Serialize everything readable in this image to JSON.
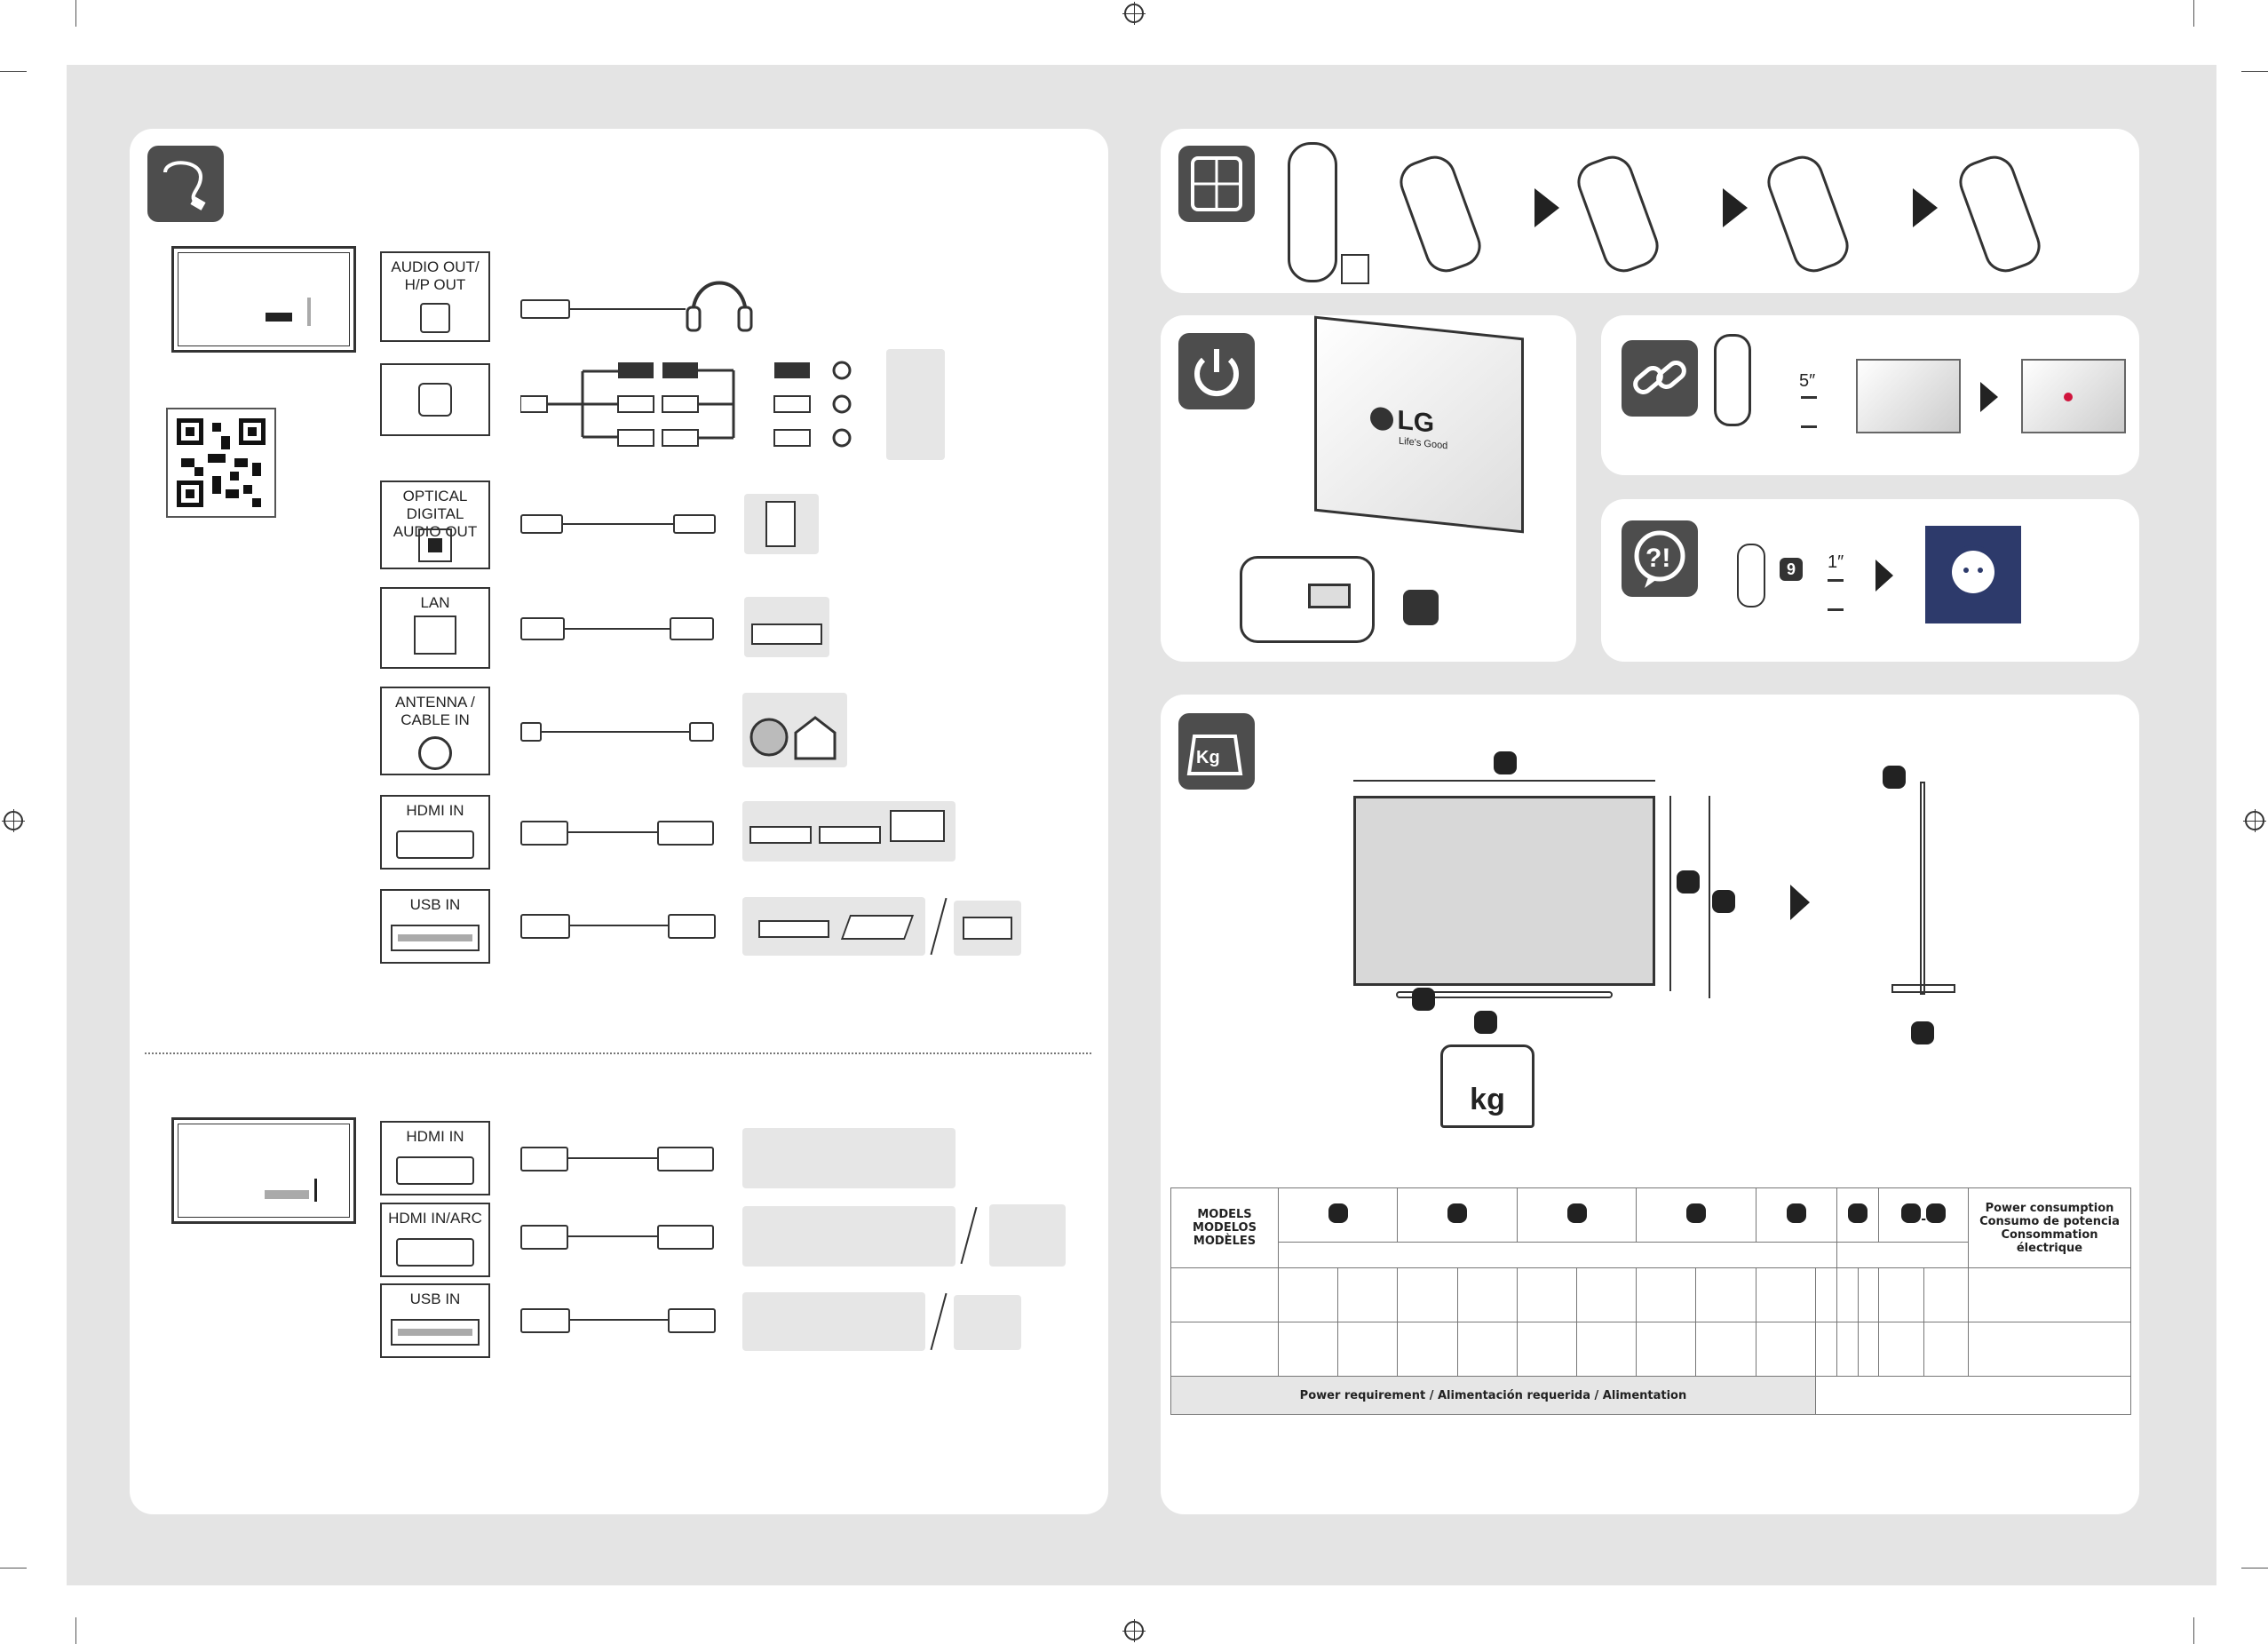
{
  "ports_rear": [
    {
      "label": "AUDIO OUT/\nH/P OUT"
    },
    {
      "label": ""
    },
    {
      "label": "OPTICAL DIGITAL\nAUDIO OUT"
    },
    {
      "label": "LAN"
    },
    {
      "label": "ANTENNA /\nCABLE IN"
    },
    {
      "label": "HDMI IN"
    },
    {
      "label": "USB IN"
    }
  ],
  "ports_side": [
    {
      "label": "HDMI IN"
    },
    {
      "label": "HDMI IN/ARC"
    },
    {
      "label": "USB IN"
    }
  ],
  "tv_brand": {
    "logo": "LG",
    "tagline": "Life's Good"
  },
  "timers": {
    "pairing": "5″",
    "support": "1″"
  },
  "remote_key": "9",
  "scale_unit": "kg",
  "bag_unit": "Kg",
  "spec_table": {
    "models_header": "MODELS\nMODELOS\nMODÈLES",
    "power_consumption_header": "Power consumption\nConsumo de potencia\nConsommation électrique",
    "power_requirement": "Power requirement / Alimentación requerida / Alimentation",
    "marker_separator": "-"
  },
  "icons": [
    "cable-icon",
    "battery-icon",
    "power-icon",
    "link-icon",
    "help-icon",
    "weight-icon",
    "qr-code",
    "support-agent-icon"
  ]
}
